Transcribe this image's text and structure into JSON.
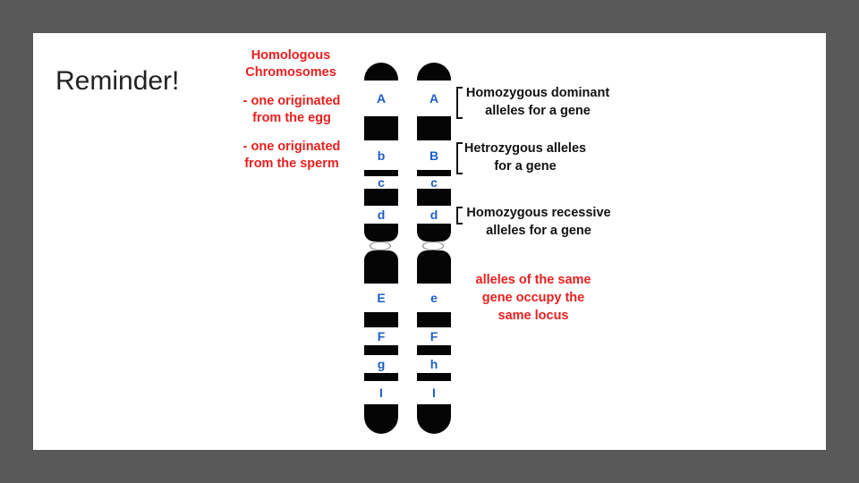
{
  "slide": {
    "title": "Reminder!"
  },
  "diagram": {
    "heading": [
      "Homologous",
      "Chromosomes"
    ],
    "note_egg": [
      "- one originated",
      "from the egg"
    ],
    "note_sperm": [
      "- one originated",
      "from the sperm"
    ],
    "left_chromosome": {
      "alleles": [
        "A",
        "b",
        "c",
        "d",
        "E",
        "F",
        "g",
        "I"
      ]
    },
    "right_chromosome": {
      "alleles": [
        "A",
        "B",
        "c",
        "d",
        "e",
        "F",
        "h",
        "I"
      ]
    },
    "label_homozygous_dominant": [
      "Homozygous dominant",
      "alleles for a gene"
    ],
    "label_heterozygous": [
      "Hetrozygous alleles",
      "for a gene"
    ],
    "label_homozygous_recessive": [
      "Homozygous recessive",
      "alleles for a gene"
    ],
    "locus_note": [
      "alleles of the same",
      "gene occupy the",
      "same locus"
    ],
    "colors": {
      "accent_red": "#e8201f",
      "allele_blue": "#1d5fc4",
      "chromosome_black": "#050505"
    }
  }
}
